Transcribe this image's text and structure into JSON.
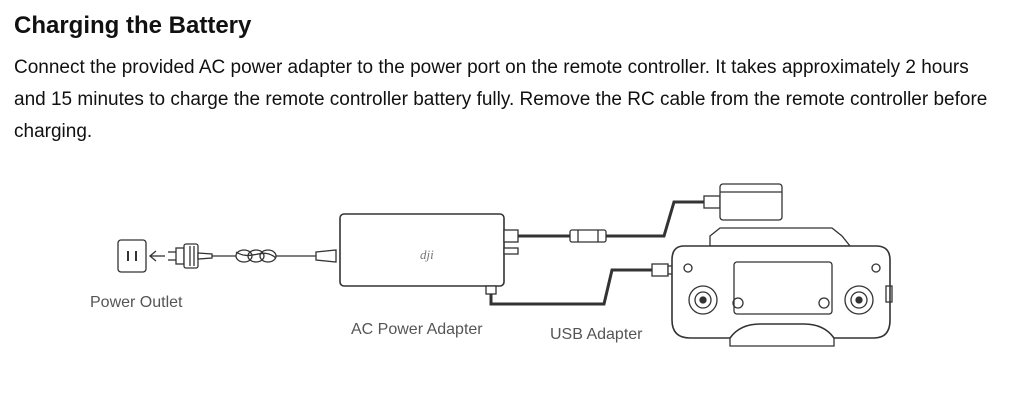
{
  "section": {
    "title": "Charging the Battery",
    "paragraph": "Connect the provided AC power adapter to the power port on the remote controller. It takes approximately 2 hours and 15 minutes to charge the remote controller battery fully. Remove the RC cable from the remote controller before charging."
  },
  "diagram": {
    "labels": {
      "power_outlet": "Power Outlet",
      "ac_power_adapter": "AC Power Adapter",
      "usb_adapter": "USB Adapter"
    }
  }
}
